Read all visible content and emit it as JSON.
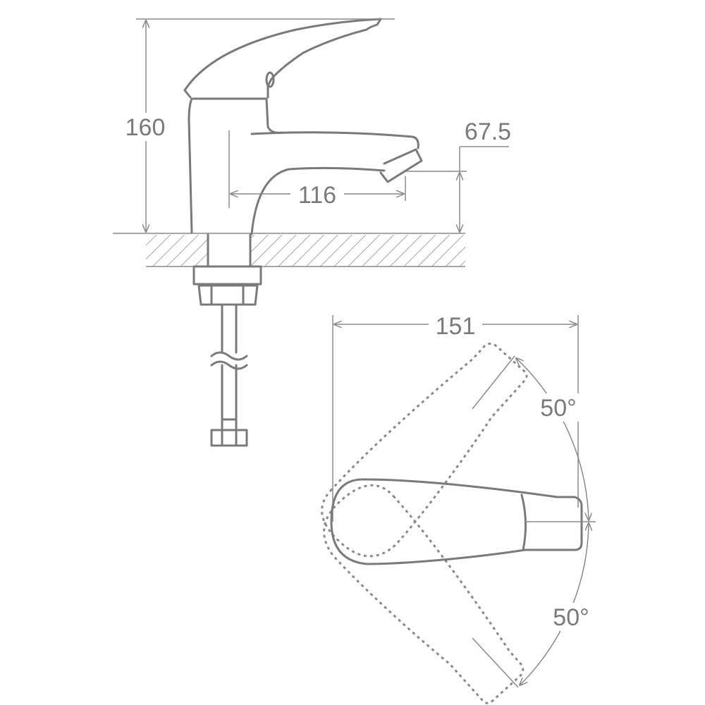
{
  "dimensions": {
    "height": "160",
    "spout_height": "67.5",
    "spout_reach": "116",
    "handle_width": "151",
    "angle_up": "50°",
    "angle_down": "50°"
  },
  "colors": {
    "line": "#7a7a7a",
    "background": "#ffffff"
  }
}
